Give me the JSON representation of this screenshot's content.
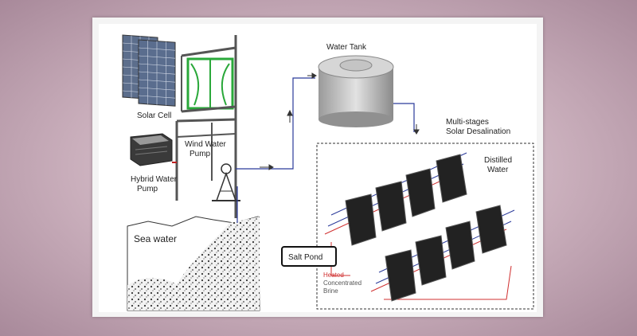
{
  "labels": {
    "solar_cell": "Solar Cell",
    "wind_water_pump_1": "Wind Water",
    "wind_water_pump_2": "Pump",
    "hybrid_water_pump_1": "Hybrid Water",
    "hybrid_water_pump_2": "Pump",
    "sea_water": "Sea water",
    "water_tank": "Water Tank",
    "multi_stages_1": "Multi-stages",
    "multi_stages_2": "Solar Desalination",
    "distilled_1": "Distilled",
    "distilled_2": "Water",
    "salt_pond": "Salt Pond",
    "heated": "Heated",
    "concentrated": "Concentrated",
    "brine": "Brine"
  },
  "colors": {
    "pipe": "#2a3a9a",
    "brine_pipe": "#d03030",
    "frame_green": "#2aa83a",
    "panel": "#222222"
  }
}
